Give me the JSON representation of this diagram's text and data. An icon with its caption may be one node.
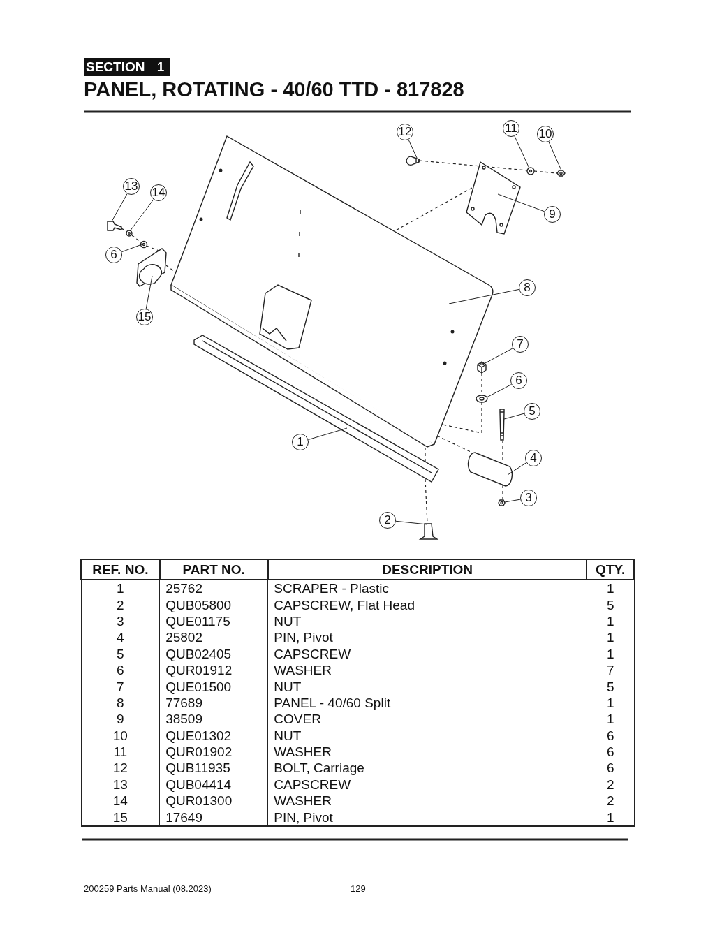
{
  "diagram": {
    "title": "PANEL, ROTATING - 40/60 TTD - 817828",
    "nodes": [
      {
        "text": [
          "12"
        ]
      },
      {
        "text": [
          "11"
        ]
      },
      {
        "text": [
          "10"
        ]
      },
      {
        "text": [
          "13"
        ]
      },
      {
        "text": [
          "14"
        ]
      },
      {
        "text": [
          "9"
        ]
      },
      {
        "text": [
          "6"
        ]
      },
      {
        "text": [
          "15"
        ]
      },
      {
        "text": [
          "8"
        ]
      },
      {
        "text": [
          "7"
        ]
      },
      {
        "text": [
          "6"
        ]
      },
      {
        "text": [
          "5"
        ]
      },
      {
        "text": [
          "1"
        ]
      },
      {
        "text": [
          "4"
        ]
      },
      {
        "text": [
          "3"
        ]
      },
      {
        "text": [
          "2"
        ]
      },
      {
        "text": [],
        "shape": "picture"
      },
      {
        "text": [],
        "shape": "picture"
      },
      {
        "text": [],
        "shape": "picture"
      },
      {
        "text": [],
        "shape": "picture"
      },
      {
        "text": [],
        "shape": "picture"
      },
      {
        "text": [],
        "shape": "picture"
      },
      {
        "text": [],
        "shape": "picture"
      },
      {
        "text": [],
        "shape": "picture"
      },
      {
        "text": [],
        "shape": "picture"
      },
      {
        "text": [],
        "shape": "picture"
      },
      {
        "text": [],
        "shape": "picture"
      },
      {
        "text": [],
        "shape": "picture"
      },
      {
        "text": [],
        "shape": "picture"
      },
      {
        "text": [],
        "shape": "picture"
      },
      {
        "text": [],
        "shape": "picture"
      },
      {
        "text": [],
        "shape": "picture"
      }
    ],
    "edges": [
      {
        "from": 0,
        "to": 16,
        "arrow": "none"
      },
      {
        "from": 1,
        "to": 17,
        "arrow": "none"
      },
      {
        "from": 2,
        "to": 18,
        "arrow": "none"
      },
      {
        "from": 3,
        "to": 19,
        "arrow": "none"
      },
      {
        "from": 4,
        "to": 20,
        "arrow": "none"
      },
      {
        "from": 5,
        "to": 21,
        "arrow": "none"
      },
      {
        "from": 6,
        "to": 22,
        "arrow": "none"
      },
      {
        "from": 7,
        "to": 23,
        "arrow": "none"
      },
      {
        "from": 8,
        "to": 24,
        "arrow": "none"
      },
      {
        "from": 9,
        "to": 25,
        "arrow": "none"
      },
      {
        "from": 10,
        "to": 26,
        "arrow": "none"
      },
      {
        "from": 11,
        "to": 27,
        "arrow": "none"
      },
      {
        "from": 12,
        "to": 28,
        "arrow": "none"
      },
      {
        "from": 13,
        "to": 29,
        "arrow": "none"
      },
      {
        "from": 14,
        "to": 30,
        "arrow": "none"
      },
      {
        "from": 15,
        "to": 31,
        "arrow": "none"
      },
      {
        "from": 16,
        "to": 17,
        "arrow": "none",
        "style": "dashed"
      },
      {
        "from": 17,
        "to": 18,
        "arrow": "none",
        "style": "dashed"
      },
      {
        "from": 21,
        "to": 24,
        "arrow": "none",
        "style": "dashed"
      },
      {
        "from": 19,
        "to": 20,
        "arrow": "none",
        "style": "dashed"
      },
      {
        "from": 20,
        "to": 22,
        "arrow": "none",
        "style": "dashed"
      },
      {
        "from": 22,
        "to": 23,
        "arrow": "none",
        "style": "dashed"
      },
      {
        "from": 23,
        "to": 24,
        "arrow": "none",
        "style": "dashed"
      },
      {
        "from": 25,
        "to": 26,
        "arrow": "none",
        "style": "dashed"
      },
      {
        "from": 26,
        "to": 24,
        "arrow": "none",
        "style": "dashed"
      },
      {
        "from": 24,
        "to": 28,
        "arrow": "none",
        "style": "dashed"
      },
      {
        "from": 28,
        "to": 31,
        "arrow": "none",
        "style": "dashed"
      },
      {
        "from": 27,
        "to": 29,
        "arrow": "none",
        "style": "dashed"
      },
      {
        "from": 29,
        "to": 30,
        "arrow": "none",
        "style": "dashed"
      },
      {
        "from": 24,
        "to": 29,
        "arrow": "none",
        "style": "dashed"
      }
    ],
    "labels": [
      "SECTION 1",
      "REF. NO.",
      "PART NO.",
      "DESCRIPTION",
      "QTY.",
      "1",
      "25762",
      "SCRAPER - Plastic",
      "1",
      "2",
      "QUB05800",
      "CAPSCREW, Flat Head",
      "5",
      "3",
      "QUE01175",
      "NUT",
      "1",
      "4",
      "25802",
      "PIN, Pivot",
      "1",
      "5",
      "QUB02405",
      "CAPSCREW",
      "1",
      "6",
      "QUR01912",
      "WASHER",
      "7",
      "7",
      "QUE01500",
      "NUT",
      "5",
      "8",
      "77689",
      "PANEL - 40/60 Split",
      "1",
      "9",
      "38509",
      "COVER",
      "1",
      "10",
      "QUE01302",
      "NUT",
      "6",
      "11",
      "QUR01902",
      "WASHER",
      "6",
      "12",
      "QUB11935",
      "BOLT, Carriage",
      "6",
      "13",
      "QUB04414",
      "CAPSCREW",
      "2",
      "14",
      "QUR01300",
      "WASHER",
      "2",
      "15",
      "17649",
      "PIN, Pivot",
      "1",
      "200259 Parts Manual (08.2023)",
      "129"
    ]
  }
}
